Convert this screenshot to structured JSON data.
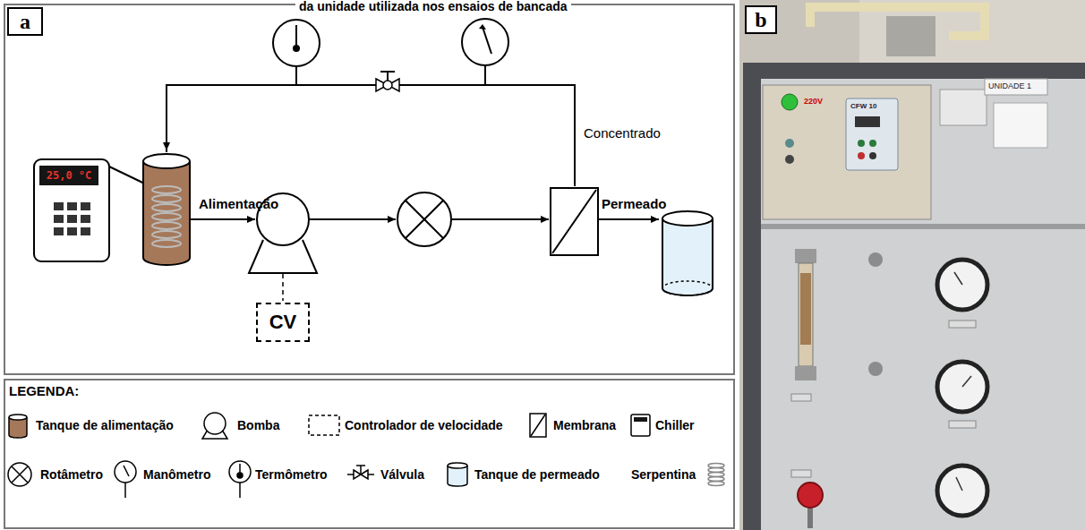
{
  "diagram": {
    "title": "da unidade utilizada nos ensaios de bancada",
    "nodes": [
      {
        "text": [
          "a"
        ]
      },
      {
        "text": [
          "25,0 °C"
        ]
      },
      {
        "text": [
          "CV"
        ]
      },
      {
        "text": [
          "b"
        ]
      }
    ],
    "labels": [
      "Concentrado",
      "Alimentação",
      "Permeado",
      "LEGENDA:",
      "220V",
      "CFW 10",
      "UNIDADE 1"
    ],
    "legend": [
      {
        "text": "Tanque de alimentação"
      },
      {
        "text": "Bomba"
      },
      {
        "text": "Controlador de velocidade"
      },
      {
        "text": "Membrana"
      },
      {
        "text": "Chiller"
      },
      {
        "text": "Rotâmetro"
      },
      {
        "text": "Manômetro"
      },
      {
        "text": "Termômetro"
      },
      {
        "text": "Válvula"
      },
      {
        "text": "Tanque de permeado"
      },
      {
        "text": "Serpentina"
      }
    ]
  }
}
